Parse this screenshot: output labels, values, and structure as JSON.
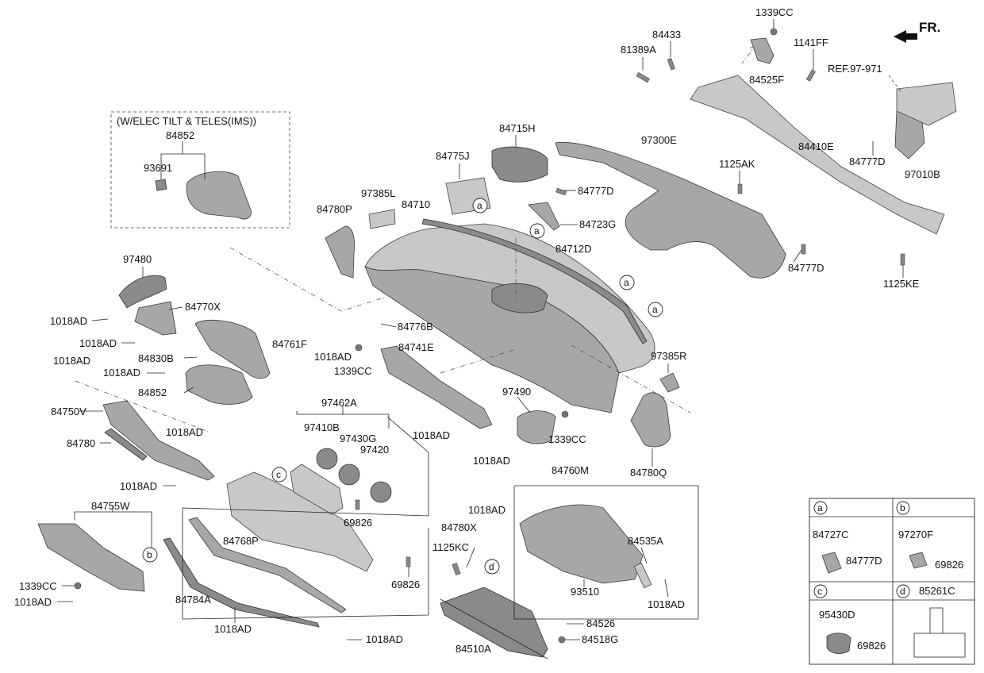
{
  "direction": "FR.",
  "inset_box_title": "(W/ELEC TILT & TELES(IMS))",
  "reference": "REF.97-971",
  "callouts": [
    "a",
    "b",
    "c",
    "d"
  ],
  "labels": {
    "l_84852_top": "84852",
    "l_93691": "93691",
    "l_1339CC_top": "1339CC",
    "l_84433": "84433",
    "l_81389A": "81389A",
    "l_1141FF": "1141FF",
    "l_84525F": "84525F",
    "l_84715H": "84715H",
    "l_84775J": "84775J",
    "l_97300E": "97300E",
    "l_1125AK": "1125AK",
    "l_84410E": "84410E",
    "l_84777D_r": "84777D",
    "l_97010B": "97010B",
    "l_84777D_mid": "84777D",
    "l_97385L": "97385L",
    "l_84710": "84710",
    "l_84780P": "84780P",
    "l_84723G": "84723G",
    "l_84712D": "84712D",
    "l_84777D_low": "84777D",
    "l_1125KE": "1125KE",
    "l_97480": "97480",
    "l_84770X": "84770X",
    "l_1018AD_1": "1018AD",
    "l_1018AD_2": "1018AD",
    "l_84761F": "84761F",
    "l_84776B": "84776B",
    "l_1018AD_3": "1018AD",
    "l_84830B": "84830B",
    "l_1018AD_4": "1018AD",
    "l_1018AD_5": "1018AD",
    "l_1339CC_mid": "1339CC",
    "l_84741E": "84741E",
    "l_97385R": "97385R",
    "l_84852_mid": "84852",
    "l_84750V": "84750V",
    "l_1018AD_6": "1018AD",
    "l_97462A": "97462A",
    "l_97490": "97490",
    "l_97410B": "97410B",
    "l_97430G": "97430G",
    "l_1018AD_7": "1018AD",
    "l_1339CC_low": "1339CC",
    "l_84780": "84780",
    "l_97420": "97420",
    "l_1018AD_8": "1018AD",
    "l_84780Q": "84780Q",
    "l_84760M": "84760M",
    "l_1018AD_9": "1018AD",
    "l_69826_a": "69826",
    "l_84755W": "84755W",
    "l_84780X": "84780X",
    "l_1018AD_10": "1018AD",
    "l_84768P": "84768P",
    "l_1125KC": "1125KC",
    "l_84535A": "84535A",
    "l_69826_b": "69826",
    "l_1339CC_bl": "1339CC",
    "l_1018AD_11": "1018AD",
    "l_84784A": "84784A",
    "l_93510": "93510",
    "l_1018AD_12": "1018AD",
    "l_84526": "84526",
    "l_1018AD_13": "1018AD",
    "l_1018AD_14": "1018AD",
    "l_84518G": "84518G",
    "l_84510A": "84510A"
  },
  "legend": {
    "a_parts": [
      "84727C",
      "84777D"
    ],
    "b_parts": [
      "97270F",
      "69826"
    ],
    "c_parts": [
      "95430D",
      "69826"
    ],
    "d_parts": [
      "85261C"
    ]
  },
  "icons": {
    "direction_arrow": "arrow-left-icon"
  }
}
